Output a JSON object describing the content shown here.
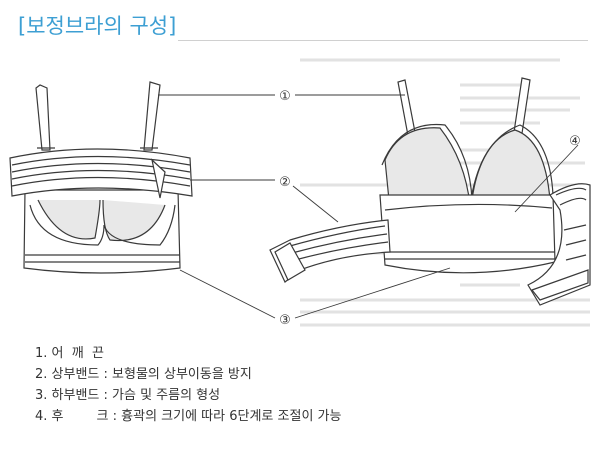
{
  "title": "[보정브라의 구성]",
  "callouts": [
    "①",
    "②",
    "③",
    "④"
  ],
  "legend": [
    "1. 어  깨  끈",
    "2. 상부밴드 : 보형물의 상부이동을 방지",
    "3. 하부밴드 : 가슴 및 주름의 형성",
    "4. 후        크 : 흉곽의 크기에 따라 6단계로 조절이 가능"
  ],
  "colors": {
    "title": "#3d9fd3",
    "line": "#3a3a3a",
    "fill": "#e8e8e8",
    "text": "#333333"
  }
}
